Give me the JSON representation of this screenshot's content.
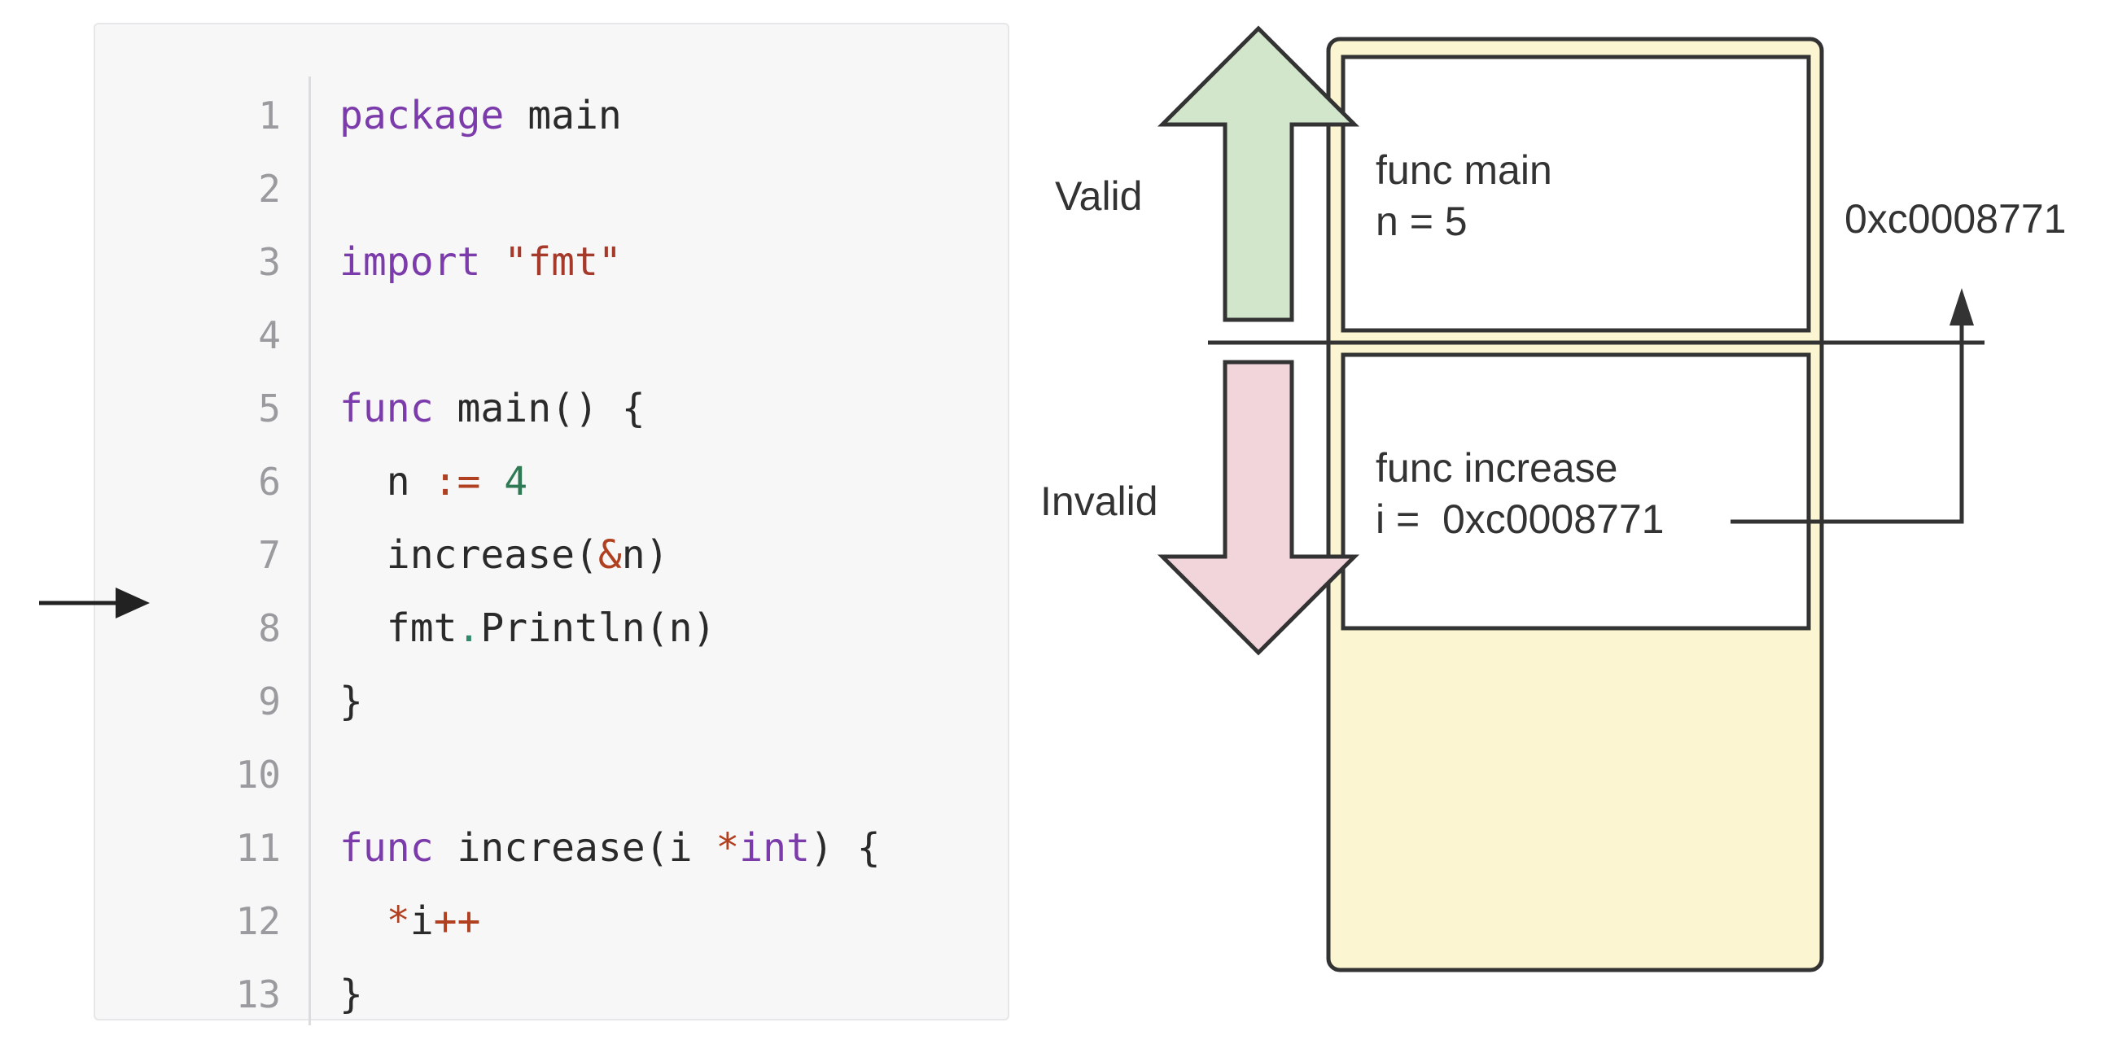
{
  "code": {
    "lines": [
      {
        "n": "1",
        "tokens": [
          {
            "t": "package",
            "c": "kw"
          },
          {
            "t": " main",
            "c": "id"
          }
        ]
      },
      {
        "n": "2",
        "tokens": []
      },
      {
        "n": "3",
        "tokens": [
          {
            "t": "import",
            "c": "kw"
          },
          {
            "t": " ",
            "c": "id"
          },
          {
            "t": "\"fmt\"",
            "c": "str"
          }
        ]
      },
      {
        "n": "4",
        "tokens": []
      },
      {
        "n": "5",
        "tokens": [
          {
            "t": "func",
            "c": "kw"
          },
          {
            "t": " main() {",
            "c": "id"
          }
        ]
      },
      {
        "n": "6",
        "tokens": [
          {
            "t": "  n ",
            "c": "id"
          },
          {
            "t": ":=",
            "c": "op"
          },
          {
            "t": " ",
            "c": "id"
          },
          {
            "t": "4",
            "c": "num"
          }
        ]
      },
      {
        "n": "7",
        "tokens": [
          {
            "t": "  increase(",
            "c": "id"
          },
          {
            "t": "&",
            "c": "op"
          },
          {
            "t": "n)",
            "c": "id"
          }
        ]
      },
      {
        "n": "8",
        "tokens": [
          {
            "t": "  fmt",
            "c": "id"
          },
          {
            "t": ".",
            "c": "dot"
          },
          {
            "t": "Println(n)",
            "c": "id"
          }
        ]
      },
      {
        "n": "9",
        "tokens": [
          {
            "t": "}",
            "c": "id"
          }
        ]
      },
      {
        "n": "10",
        "tokens": []
      },
      {
        "n": "11",
        "tokens": [
          {
            "t": "func",
            "c": "kw"
          },
          {
            "t": " increase(i ",
            "c": "id"
          },
          {
            "t": "*",
            "c": "op"
          },
          {
            "t": "int",
            "c": "kw"
          },
          {
            "t": ") {",
            "c": "id"
          }
        ]
      },
      {
        "n": "12",
        "tokens": [
          {
            "t": "  ",
            "c": "id"
          },
          {
            "t": "*",
            "c": "op"
          },
          {
            "t": "i",
            "c": "id"
          },
          {
            "t": "++",
            "c": "op"
          }
        ]
      },
      {
        "n": "13",
        "tokens": [
          {
            "t": "}",
            "c": "id"
          }
        ]
      }
    ],
    "current_line_marker": "8"
  },
  "diagram": {
    "valid_label": "Valid",
    "invalid_label": "Invalid",
    "frame_main": {
      "line1": "func main",
      "line2": "n = 5"
    },
    "frame_increase": {
      "line1": "func increase",
      "line2": "i =  0xc0008771"
    },
    "address_label": "0xc0008771",
    "colors": {
      "stack_fill": "#fbf6d1",
      "valid_arrow": "#d2e6cc",
      "invalid_arrow": "#f2d5da",
      "stroke": "#333333"
    }
  }
}
